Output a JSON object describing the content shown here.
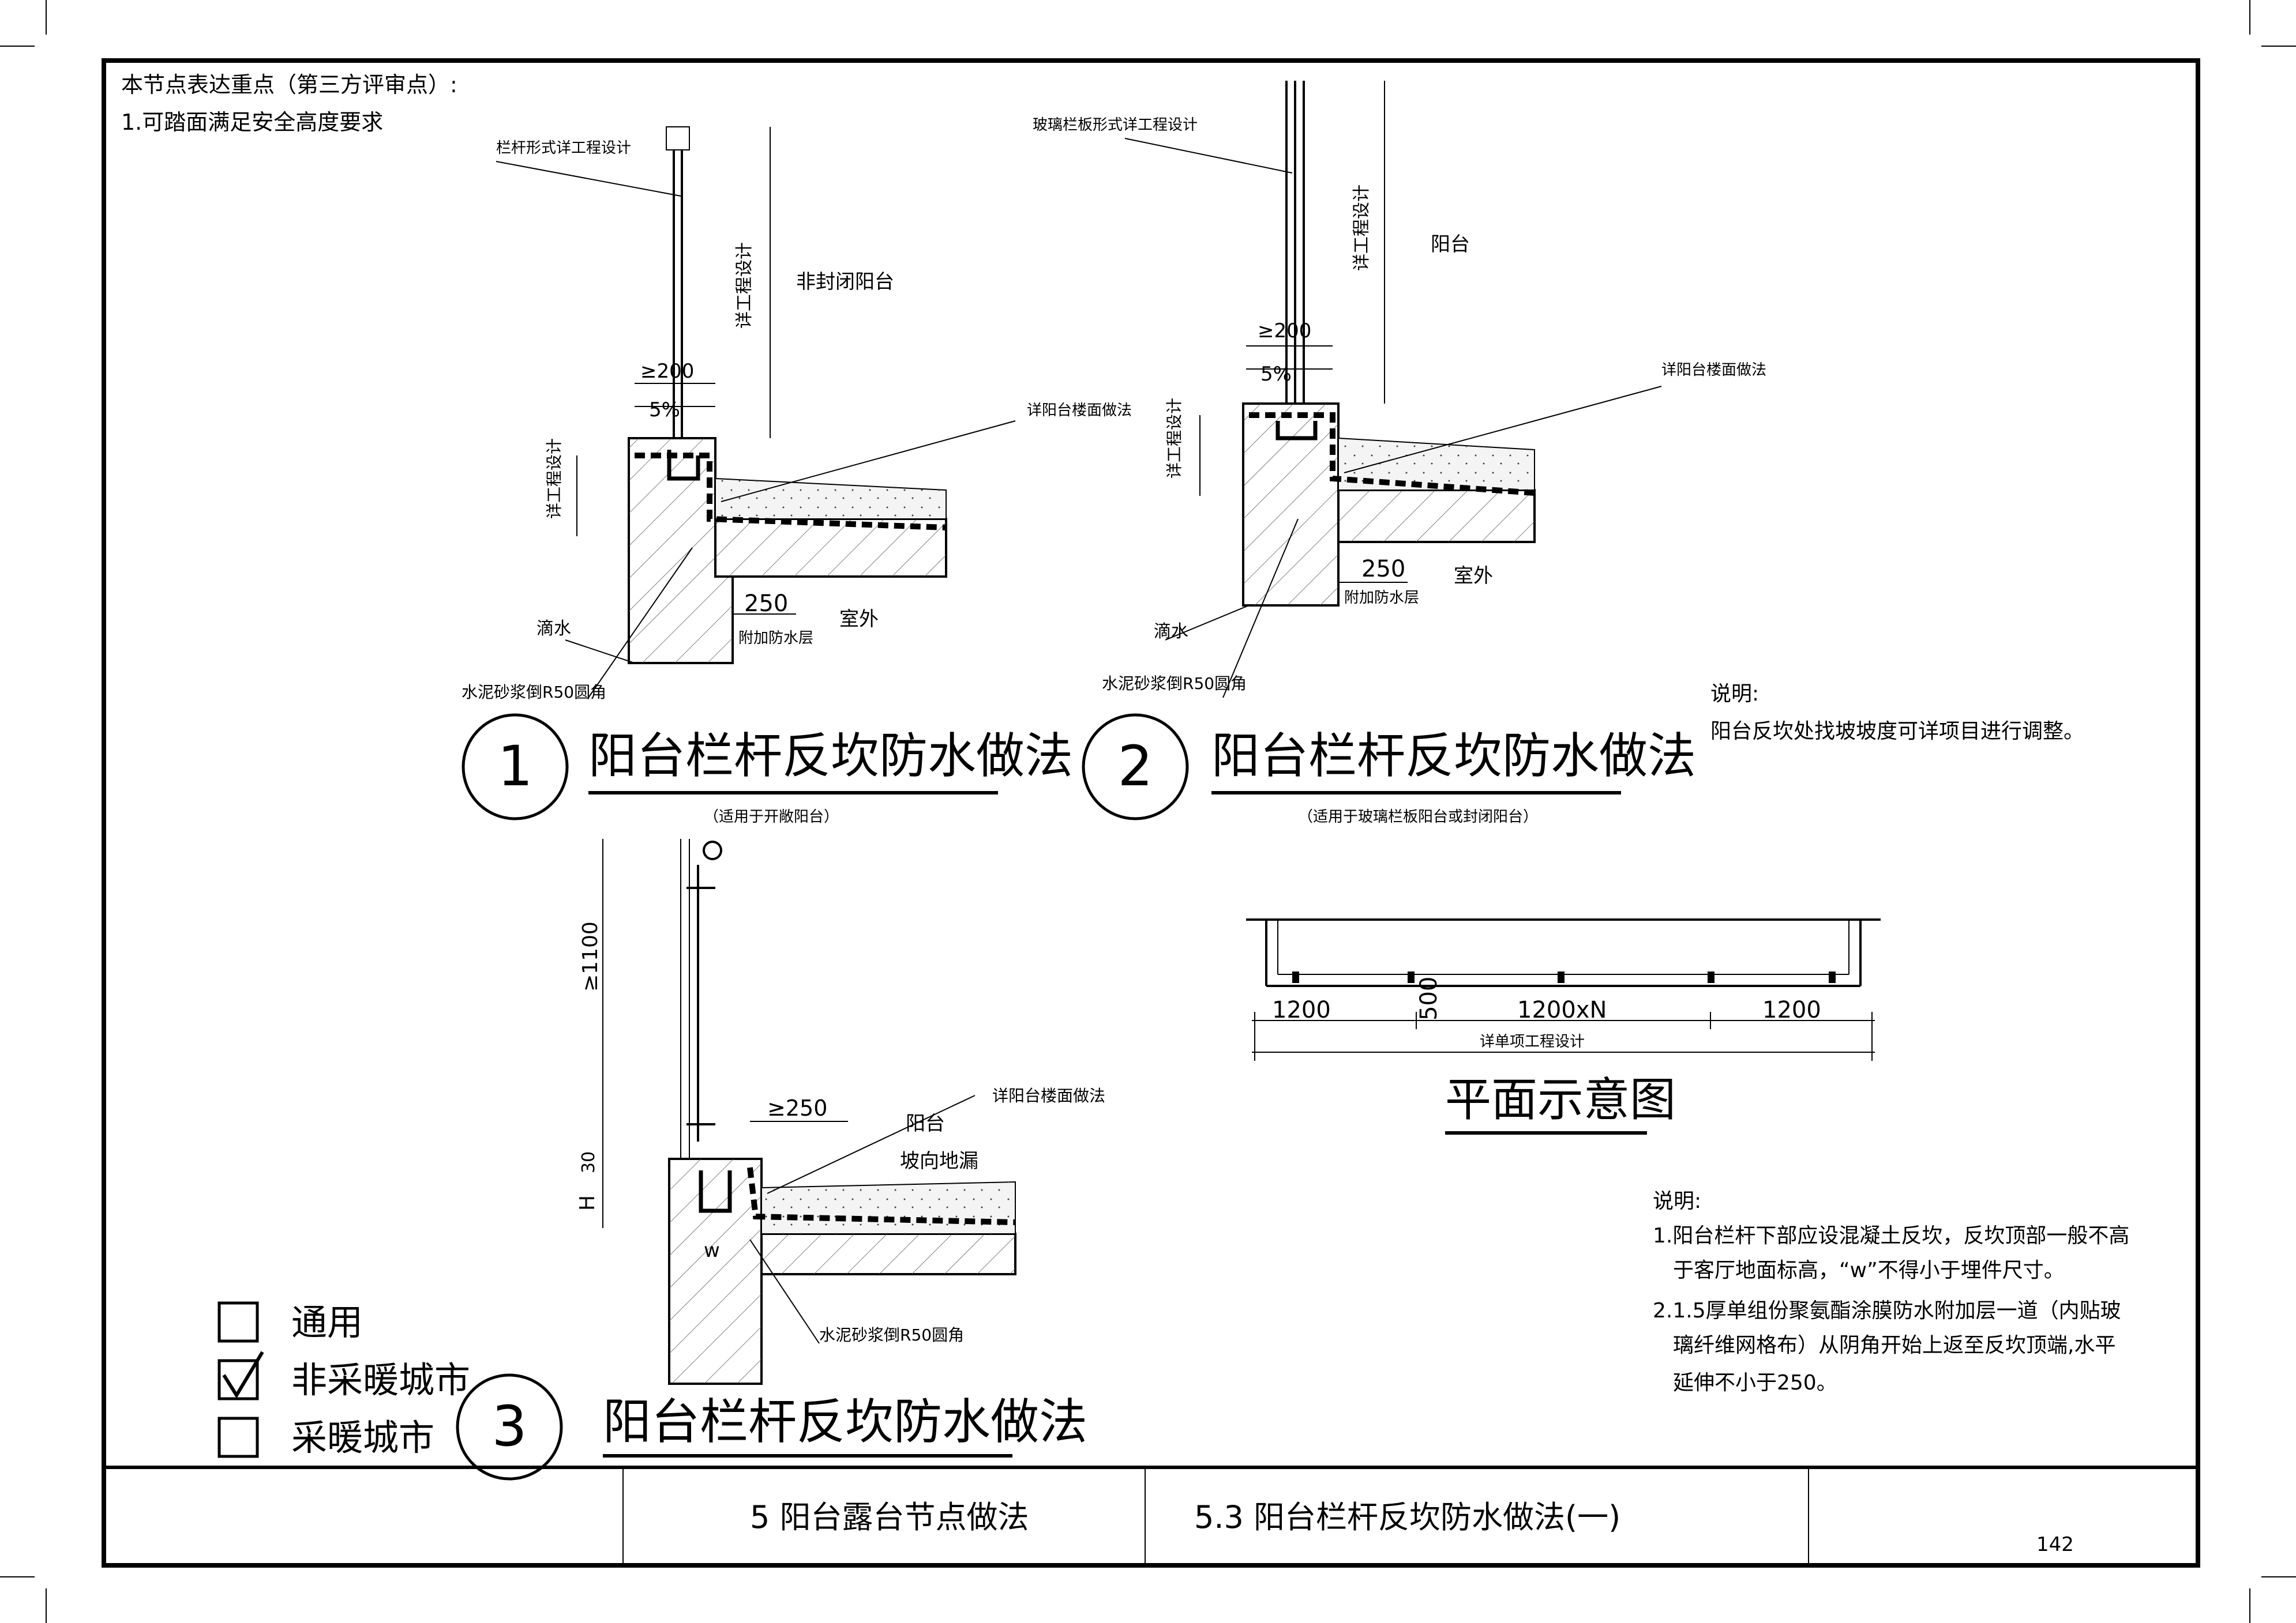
{
  "review_note": {
    "title": "本节点表达重点（第三方评审点）:",
    "item1": "1.可踏面满足安全高度要求"
  },
  "detail1": {
    "number": "1",
    "title": "阳台栏杆反坎防水做法",
    "subtitle": "（适用于开敞阳台）",
    "labels": {
      "railing": "栏杆形式详工程设计",
      "height": "详工程设计",
      "non_enclosed": "非封闭阳台",
      "gte200": "≥200",
      "slope": "5%",
      "floor": "详阳台楼面做法",
      "design": "详工程设计",
      "dim250": "250",
      "extra_layer": "附加防水层",
      "outdoor": "室外",
      "drip": "滴水",
      "fillet": "水泥砂浆倒R50圆角"
    }
  },
  "detail2": {
    "number": "2",
    "title": "阳台栏杆反坎防水做法",
    "subtitle": "（适用于玻璃栏板阳台或封闭阳台）",
    "labels": {
      "glass": "玻璃栏板形式详工程设计",
      "height": "详工程设计",
      "balcony": "阳台",
      "gte200": "≥200",
      "slope": "5%",
      "floor": "详阳台楼面做法",
      "design": "详工程设计",
      "dim250": "250",
      "extra_layer": "附加防水层",
      "outdoor": "室外",
      "drip": "滴水",
      "fillet": "水泥砂浆倒R50圆角"
    }
  },
  "detail3": {
    "number": "3",
    "title": "阳台栏杆反坎防水做法",
    "labels": {
      "gte1100": "≥1100",
      "h": "H",
      "dim30": "30",
      "gte250": "≥250",
      "floor": "详阳台楼面做法",
      "balcony": "阳台",
      "slope_drain": "坡向地漏",
      "w": "w",
      "fillet": "水泥砂浆倒R50圆角"
    }
  },
  "plan": {
    "title": "平面示意图",
    "dim_left": "1200",
    "dim_mid": "1200xN",
    "dim_right": "1200",
    "dim_v": "500",
    "note": "详单项工程设计"
  },
  "note_top": {
    "title": "说明:",
    "text": "阳台反坎处找坡坡度可详项目进行调整。"
  },
  "note_bottom": {
    "title": "说明:",
    "line1": "1.阳台栏杆下部应设混凝土反坎，反坎顶部一般不高",
    "line2": "于客厅地面标高，“w”不得小于埋件尺寸。",
    "line3": "2.1.5厚单组份聚氨酯涂膜防水附加层一道（内贴玻",
    "line4": "璃纤维网格布）从阴角开始上返至反坎顶端,水平",
    "line5": "延伸不小于250。"
  },
  "legend": [
    {
      "label": "通用",
      "checked": false
    },
    {
      "label": "非采暖城市",
      "checked": true
    },
    {
      "label": "采暖城市",
      "checked": false
    }
  ],
  "title_block": {
    "chapter": "5  阳台露台节点做法",
    "section": "5.3  阳台栏杆反坎防水做法(一)",
    "page": "142"
  }
}
